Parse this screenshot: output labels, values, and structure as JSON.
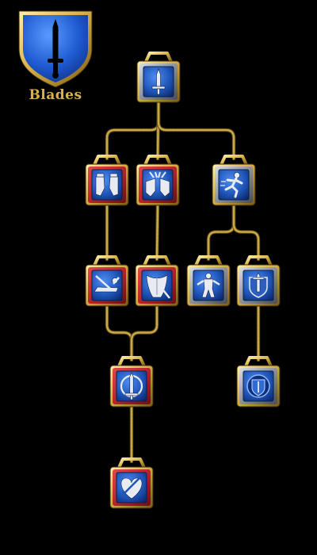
{
  "skill_tree": {
    "title": "Blades",
    "emblem_icon": "sword-shield-icon",
    "colors": {
      "background": "#000000",
      "connector": "#c8a94a",
      "title": "#d7b24a",
      "gold_frame": "#d8b046",
      "red_frame": "#b8232a",
      "silver_frame": "#8c9196",
      "blue_face": "#1f55b8"
    },
    "nodes": [
      {
        "id": "root",
        "icon": "sword-icon",
        "frame": "silver"
      },
      {
        "id": "r2a",
        "icon": "gauntlets-icon",
        "frame": "red"
      },
      {
        "id": "r2b",
        "icon": "armored-fists-icon",
        "frame": "red"
      },
      {
        "id": "r2c",
        "icon": "running-figure-icon",
        "frame": "silver"
      },
      {
        "id": "r3a",
        "icon": "fallen-warrior-icon",
        "frame": "red"
      },
      {
        "id": "r3b",
        "icon": "stabbed-back-icon",
        "frame": "red"
      },
      {
        "id": "r3c",
        "icon": "warrior-stance-icon",
        "frame": "silver"
      },
      {
        "id": "r3d",
        "icon": "sword-shield-icon",
        "frame": "silver"
      },
      {
        "id": "r4a",
        "icon": "sword-circle-icon",
        "frame": "red"
      },
      {
        "id": "r4b",
        "icon": "arcane-shield-icon",
        "frame": "silver"
      },
      {
        "id": "r5a",
        "icon": "heart-sword-icon",
        "frame": "red"
      }
    ],
    "links": [
      [
        "root",
        "r2a"
      ],
      [
        "root",
        "r2b"
      ],
      [
        "root",
        "r2c"
      ],
      [
        "r2a",
        "r3a"
      ],
      [
        "r2b",
        "r3b"
      ],
      [
        "r2c",
        "r3c"
      ],
      [
        "r2c",
        "r3d"
      ],
      [
        "r3a",
        "r4a"
      ],
      [
        "r3b",
        "r4a"
      ],
      [
        "r3d",
        "r4b"
      ],
      [
        "r4a",
        "r5a"
      ]
    ]
  }
}
